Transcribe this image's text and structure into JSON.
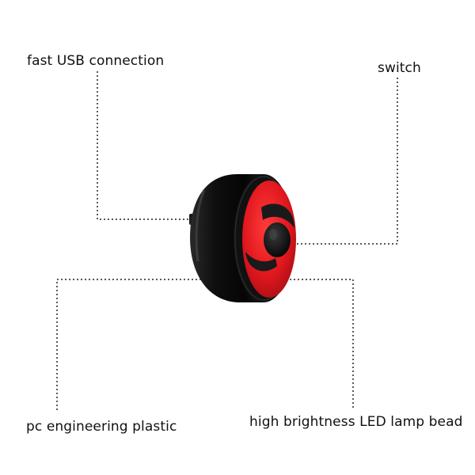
{
  "labels": {
    "usb": "fast USB connection",
    "switch": "switch",
    "plastic": "pc engineering plastic",
    "led": "high brightness LED lamp bead"
  },
  "colors": {
    "body": "#0d0d0d",
    "lens": "#e0171e",
    "leader": "#222222"
  }
}
